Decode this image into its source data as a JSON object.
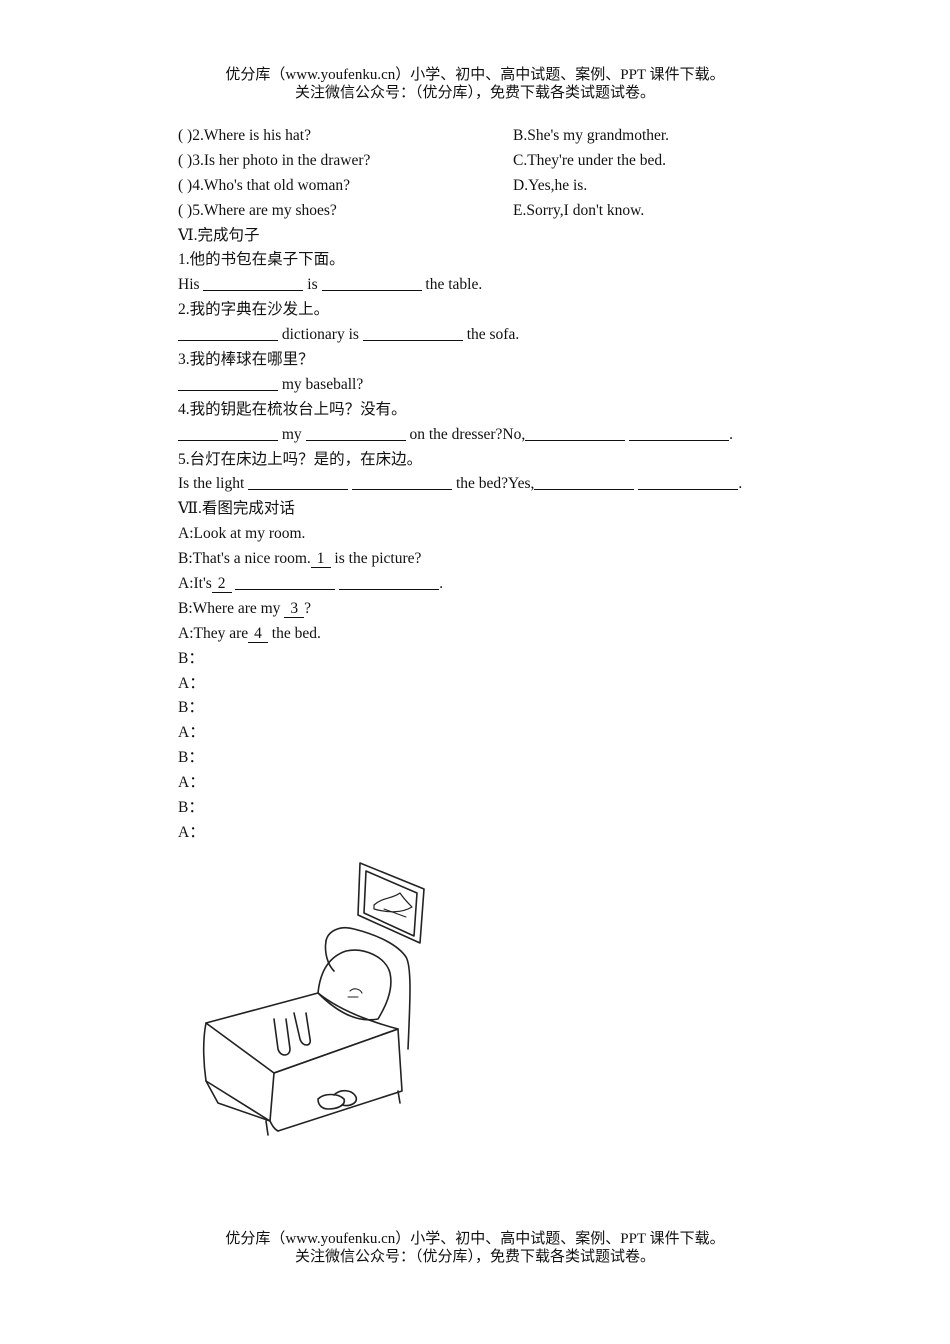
{
  "header": {
    "line1": "优分库（www.youfenku.cn）小学、初中、高中试题、案例、PPT 课件下载。",
    "line2": "关注微信公众号：（优分库），免费下载各类试题试卷。"
  },
  "footer": {
    "line1": "优分库（www.youfenku.cn）小学、初中、高中试题、案例、PPT 课件下载。",
    "line2": "关注微信公众号：（优分库），免费下载各类试题试卷。"
  },
  "matching": {
    "questions": [
      "(  )2.Where is his hat?",
      "(  )3.Is her photo in the drawer?",
      "(  )4.Who's that old woman?",
      "(  )5.Where are my shoes?"
    ],
    "answers": [
      "B.She's my grandmother.",
      "C.They're under the bed.",
      "D.Yes,he is.",
      "E.Sorry,I don't know."
    ]
  },
  "section6": {
    "title": "Ⅵ.完成句子",
    "items": [
      {
        "cn": "1.他的书包在桌子下面。",
        "en": [
          "His",
          "is",
          "the table."
        ]
      },
      {
        "cn": "2.我的字典在沙发上。",
        "en": [
          "dictionary is",
          "the sofa."
        ]
      },
      {
        "cn": "3.我的棒球在哪里？",
        "en": [
          "my baseball?"
        ]
      },
      {
        "cn": "4.我的钥匙在梳妆台上吗？没有。",
        "en": [
          "my",
          "on the dresser?No,",
          "."
        ]
      },
      {
        "cn": "5.台灯在床边上吗？是的，在床边。",
        "en": [
          "Is the light",
          "the bed?Yes,",
          "."
        ]
      }
    ]
  },
  "section7": {
    "title": "Ⅶ.看图完成对话",
    "dialogue": {
      "l1": "A:Look at my room.",
      "l2a": "B:That's a nice room.",
      "l2n": "1",
      "l2b": " is the picture?",
      "l3a": "A:It's",
      "l3n": "2",
      "l4a": "B:Where are my ",
      "l4n": "3",
      "l4b": "?",
      "l5a": "A:They are",
      "l5n": "4",
      "l5b": " the bed."
    },
    "speakers": [
      "B：",
      "A：",
      "B：",
      "A：",
      "B：",
      "A：",
      "B：",
      "A："
    ]
  }
}
